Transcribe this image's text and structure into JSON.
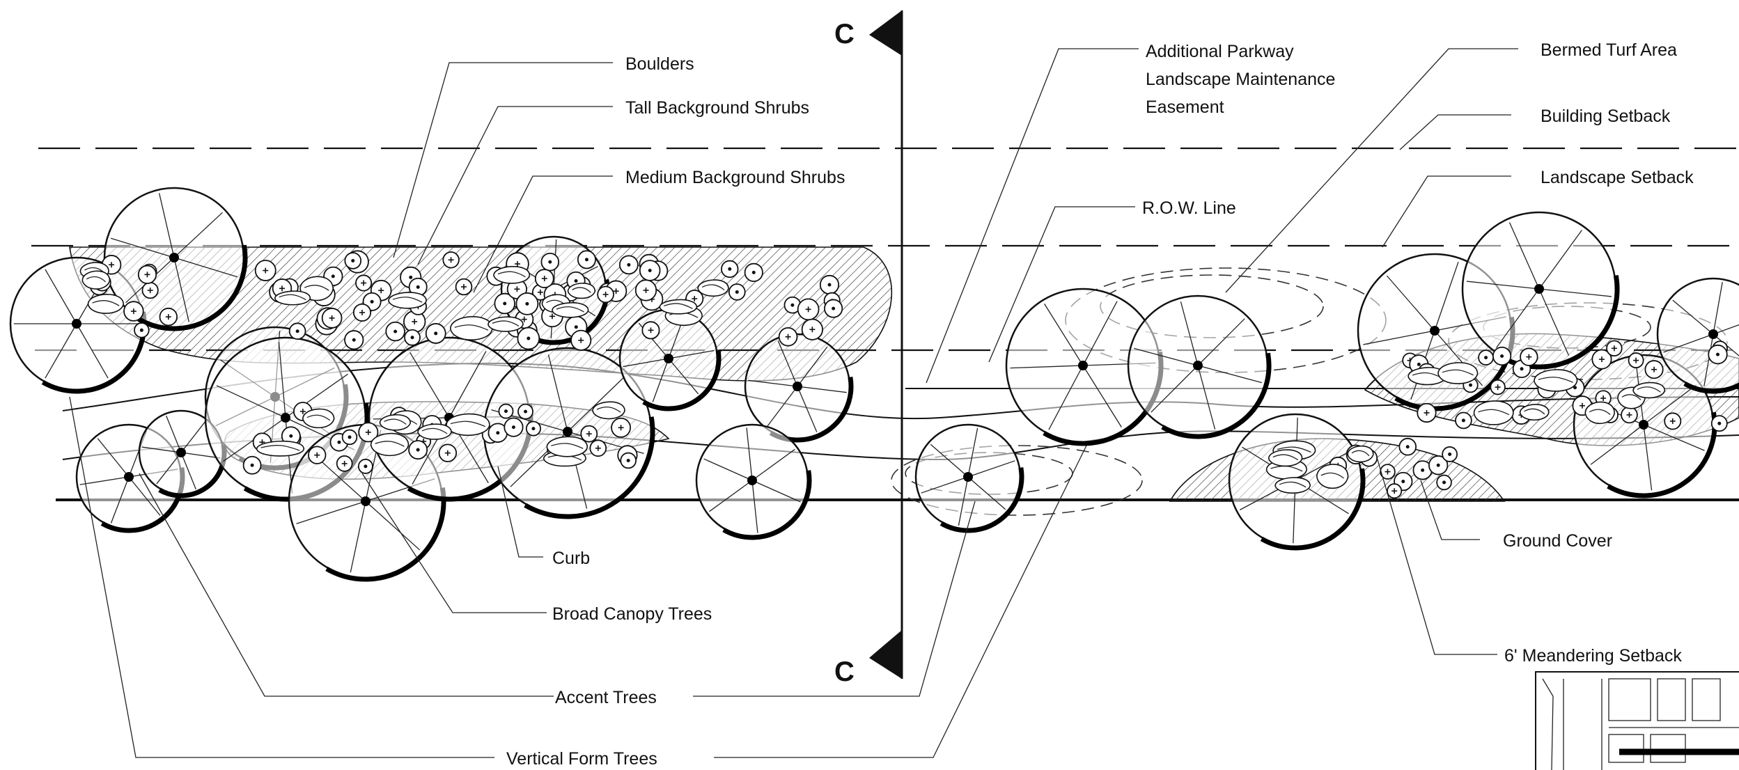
{
  "section_marker": "C",
  "labels": {
    "boulders": "Boulders",
    "tall_shrubs": "Tall Background Shrubs",
    "medium_shrubs": "Medium Background Shrubs",
    "parkway_1": "Additional Parkway",
    "parkway_2": "Landscape Maintenance",
    "parkway_3": "Easement",
    "row_line": "R.O.W. Line",
    "bermed_turf": "Bermed Turf Area",
    "building_setback": "Building Setback",
    "landscape_setback": "Landscape Setback",
    "curb": "Curb",
    "broad_canopy": "Broad Canopy Trees",
    "ground_cover": "Ground Cover",
    "meandering": "6' Meandering Setback",
    "accent_trees": "Accent Trees",
    "vertical_trees": "Vertical Form Trees"
  },
  "colors": {
    "ink": "#111111",
    "paper": "#ffffff"
  }
}
